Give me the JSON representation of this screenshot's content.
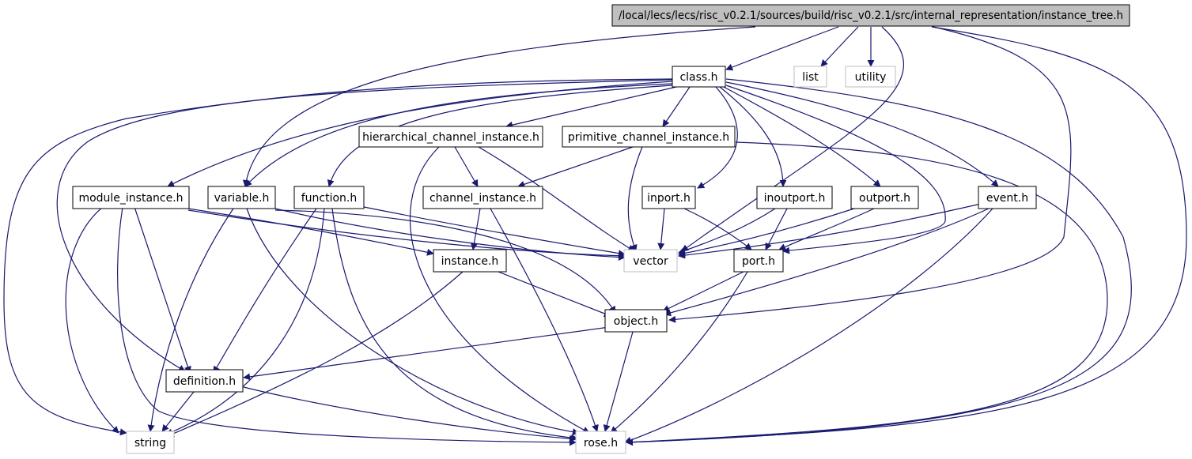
{
  "colors": {
    "edge": "#191970",
    "node_border": "#000000",
    "external_border": "#bfbfbf",
    "root_fill": "#bfbfbf",
    "node_fill": "#ffffff"
  },
  "nodes": [
    {
      "id": "root",
      "label": "/local/lecs/lecs/risc_v0.2.1/sources/build/risc_v0.2.1/src/internal_representation/instance_tree.h",
      "kind": "root"
    },
    {
      "id": "class",
      "label": "class.h",
      "kind": "file"
    },
    {
      "id": "list",
      "label": "list",
      "kind": "external"
    },
    {
      "id": "utility",
      "label": "utility",
      "kind": "external"
    },
    {
      "id": "hier",
      "label": "hierarchical_channel_instance.h",
      "kind": "file"
    },
    {
      "id": "prim",
      "label": "primitive_channel_instance.h",
      "kind": "file"
    },
    {
      "id": "module",
      "label": "module_instance.h",
      "kind": "file"
    },
    {
      "id": "variable",
      "label": "variable.h",
      "kind": "file"
    },
    {
      "id": "function",
      "label": "function.h",
      "kind": "file"
    },
    {
      "id": "channel",
      "label": "channel_instance.h",
      "kind": "file"
    },
    {
      "id": "inport",
      "label": "inport.h",
      "kind": "file"
    },
    {
      "id": "inoutport",
      "label": "inoutport.h",
      "kind": "file"
    },
    {
      "id": "outport",
      "label": "outport.h",
      "kind": "file"
    },
    {
      "id": "event",
      "label": "event.h",
      "kind": "file"
    },
    {
      "id": "instance",
      "label": "instance.h",
      "kind": "file"
    },
    {
      "id": "vector",
      "label": "vector",
      "kind": "external"
    },
    {
      "id": "port",
      "label": "port.h",
      "kind": "file"
    },
    {
      "id": "object",
      "label": "object.h",
      "kind": "file"
    },
    {
      "id": "definition",
      "label": "definition.h",
      "kind": "file"
    },
    {
      "id": "string",
      "label": "string",
      "kind": "external"
    },
    {
      "id": "rose",
      "label": "rose.h",
      "kind": "external"
    }
  ]
}
